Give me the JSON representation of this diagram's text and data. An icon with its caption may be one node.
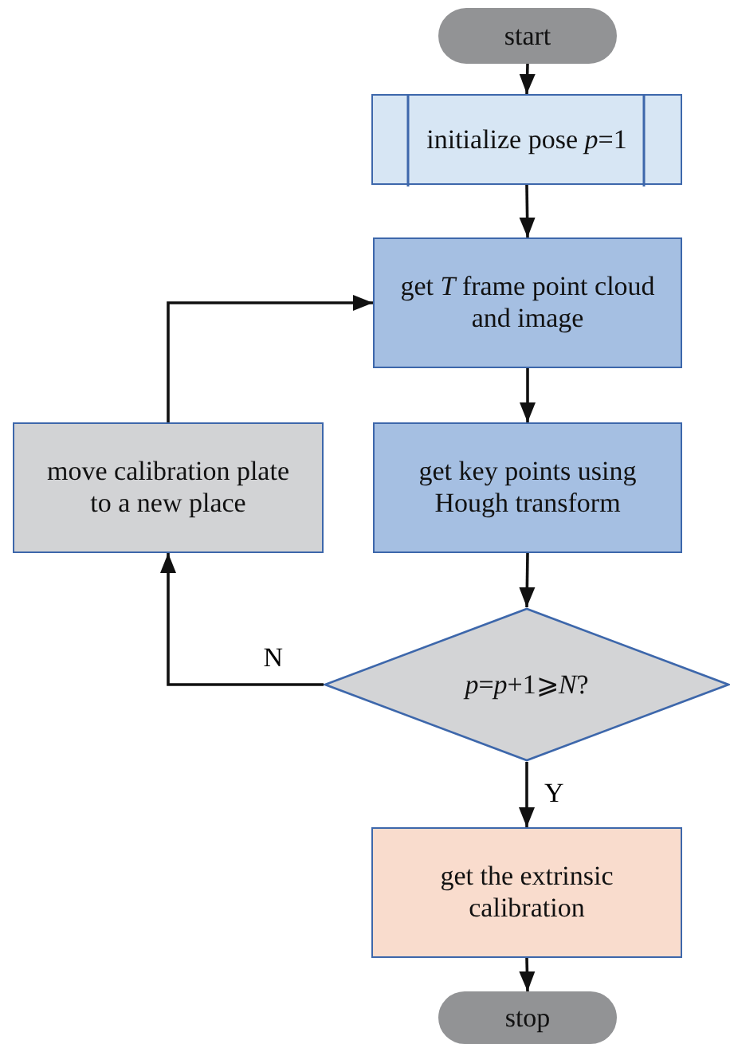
{
  "diagram": {
    "nodes": [
      {
        "text": [
          "start"
        ]
      },
      {
        "text": [
          "initialize pose *p*=1"
        ]
      },
      {
        "text": [
          "get *T* frame point cloud and image"
        ]
      },
      {
        "text": [
          "get key points using Hough transform"
        ]
      },
      {
        "text": [
          "*p*=*p*+1⩾*N*?"
        ]
      },
      {
        "text": [
          "move calibration plate to a new place"
        ]
      },
      {
        "text": [
          "get the extrinsic calibration"
        ]
      },
      {
        "text": [
          "stop"
        ]
      }
    ],
    "edges": [
      {
        "from": 0,
        "to": 1,
        "arrow": "to"
      },
      {
        "from": 1,
        "to": 2,
        "arrow": "to"
      },
      {
        "from": 2,
        "to": 3,
        "arrow": "to"
      },
      {
        "from": 3,
        "to": 4,
        "arrow": "to"
      },
      {
        "from": 4,
        "to": 5,
        "arrow": "to",
        "label": "N"
      },
      {
        "from": 5,
        "to": 2,
        "arrow": "to"
      },
      {
        "from": 4,
        "to": 6,
        "arrow": "to",
        "label": "Y"
      },
      {
        "from": 6,
        "to": 7,
        "arrow": "to"
      }
    ]
  }
}
